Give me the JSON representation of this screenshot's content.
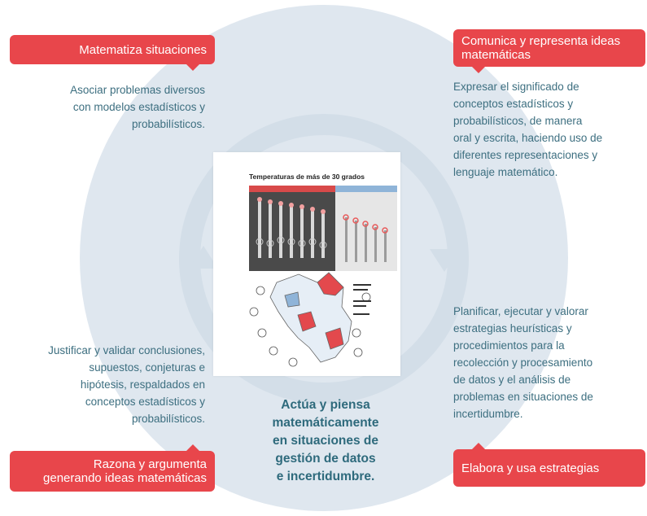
{
  "competencias": {
    "top_left": {
      "tag": "Matematiza situaciones",
      "desc_lines": [
        "Asociar problemas diversos",
        "con modelos estadísticos y",
        "probabilísticos."
      ]
    },
    "top_right": {
      "tag_lines": [
        "Comunica y representa ideas",
        "matemáticas"
      ],
      "desc_lines": [
        "Expresar el significado de",
        "conceptos estadísticos y",
        "probabilísticos, de manera",
        "oral y escrita, haciendo uso de",
        "diferentes representaciones y",
        "lenguaje matemático."
      ]
    },
    "bottom_left": {
      "tag_lines": [
        "Razona y argumenta",
        "generando ideas matemáticas"
      ],
      "desc_lines": [
        "Justificar y validar conclusiones,",
        "supuestos, conjeturas e",
        "hipótesis, respaldados en",
        "conceptos estadísticos y",
        "probabilísticos."
      ]
    },
    "bottom_right": {
      "tag": "Elabora y usa estrategias",
      "desc_lines": [
        "Planificar, ejecutar y valorar",
        "estrategias heurísticas y",
        "procedimientos para la",
        "recolección y procesamiento",
        "de datos y el análisis de",
        "problemas en situaciones de",
        "incertidumbre."
      ]
    }
  },
  "center": {
    "title_lines": [
      "Actúa y piensa",
      "matemáticamente",
      "en situaciones de",
      "gestión de datos",
      "e incertidumbre."
    ],
    "image_title": "Temperaturas de más de 30 grados"
  },
  "colors": {
    "tag_red": "#e8464b",
    "text_teal": "#3d6f80",
    "circle_bg": "#dfe7ef",
    "ring": "#cfdbe6"
  }
}
